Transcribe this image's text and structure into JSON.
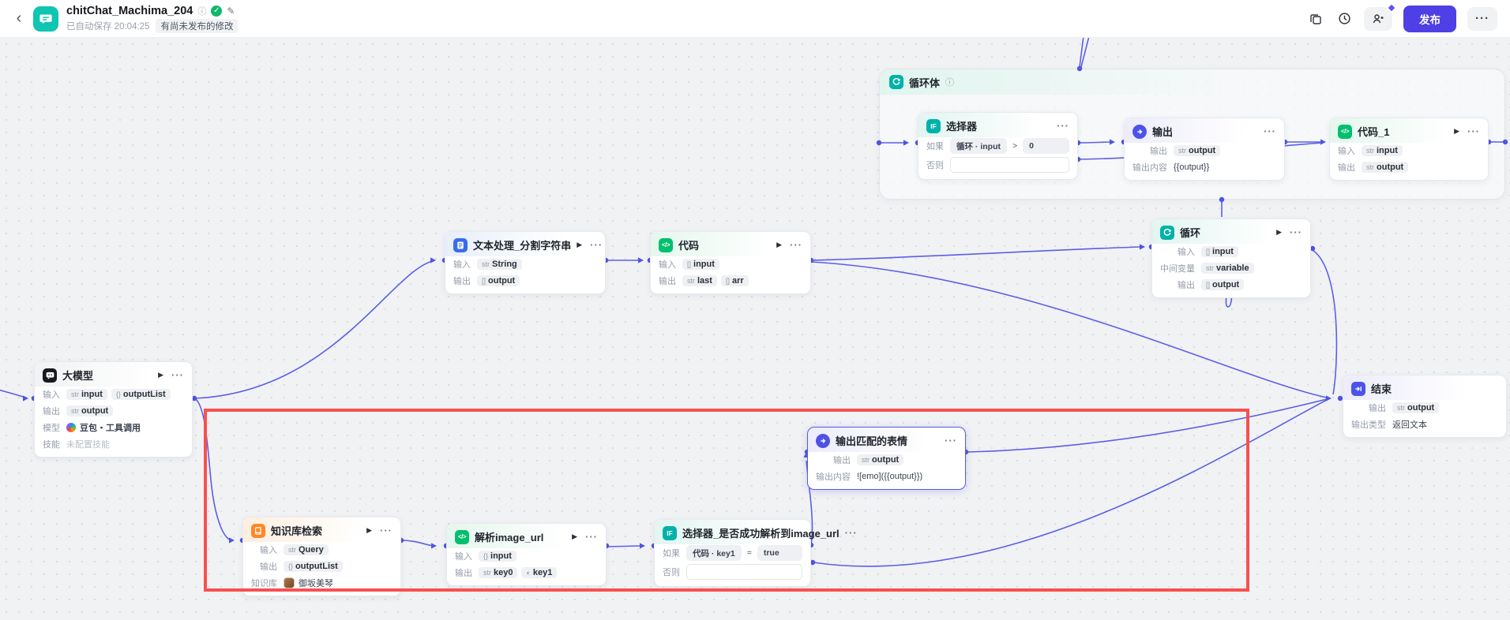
{
  "header": {
    "back": "‹",
    "title": "chitChat_Machima_204",
    "autosave": "已自动保存 20:04:25",
    "unpublished_badge": "有尚未发布的修改",
    "publish_label": "发布",
    "more_label": "···"
  },
  "loop_panel": {
    "title": "循环体"
  },
  "nodes": [
    {
      "id": "llm",
      "title": "大模型",
      "icon": "llm-icon",
      "tint": "gray",
      "controls": [
        "play",
        "more"
      ],
      "rows": [
        {
          "label": "输入",
          "badges": [
            {
              "t": "str",
              "v": "input"
            },
            {
              "t": "{}",
              "v": "outputList"
            }
          ]
        },
        {
          "label": "输出",
          "badges": [
            {
              "t": "str",
              "v": "output"
            }
          ]
        },
        {
          "label": "模型",
          "model": "豆包・工具调用"
        },
        {
          "label": "技能",
          "muted": "未配置技能"
        }
      ]
    },
    {
      "id": "textproc",
      "title": "文本处理_分割字符串",
      "icon": "text-icon",
      "tint": "blue",
      "controls": [
        "play",
        "more"
      ],
      "rows": [
        {
          "label": "输入",
          "badges": [
            {
              "t": "str",
              "v": "String"
            }
          ]
        },
        {
          "label": "输出",
          "badges": [
            {
              "t": "[]",
              "v": "output"
            }
          ]
        }
      ]
    },
    {
      "id": "code",
      "title": "代码",
      "icon": "code-icon",
      "tint": "green",
      "controls": [
        "play",
        "more"
      ],
      "rows": [
        {
          "label": "输入",
          "badges": [
            {
              "t": "[]",
              "v": "input"
            }
          ]
        },
        {
          "label": "输出",
          "badges": [
            {
              "t": "str",
              "v": "last"
            },
            {
              "t": "[]",
              "v": "arr"
            }
          ]
        }
      ]
    },
    {
      "id": "loop",
      "title": "循环",
      "icon": "loop-icon",
      "tint": "mint",
      "controls": [
        "play",
        "more"
      ],
      "rows": [
        {
          "label": "输入",
          "badges": [
            {
              "t": "[]",
              "v": "input"
            }
          ]
        },
        {
          "label": "中间变量",
          "badges": [
            {
              "t": "str",
              "v": "variable"
            }
          ]
        },
        {
          "label": "输出",
          "badges": [
            {
              "t": "[]",
              "v": "output"
            }
          ]
        }
      ]
    },
    {
      "id": "end",
      "title": "结束",
      "icon": "end-icon",
      "tint": "indigo",
      "controls": [],
      "rows": [
        {
          "label": "输出",
          "badges": [
            {
              "t": "str",
              "v": "output"
            }
          ]
        },
        {
          "label": "输出类型",
          "text": "返回文本"
        }
      ]
    },
    {
      "id": "emo",
      "title": "输出匹配的表情",
      "icon": "output-icon",
      "tint": "indigo",
      "selected": true,
      "controls": [
        "more"
      ],
      "rows": [
        {
          "label": "输出",
          "badges": [
            {
              "t": "str",
              "v": "output"
            }
          ]
        },
        {
          "label": "输出内容",
          "text": "![emo]({{output}})"
        }
      ]
    },
    {
      "id": "kb",
      "title": "知识库检索",
      "icon": "kb-icon",
      "tint": "orange",
      "controls": [
        "play",
        "more"
      ],
      "rows": [
        {
          "label": "输入",
          "badges": [
            {
              "t": "str",
              "v": "Query"
            }
          ]
        },
        {
          "label": "输出",
          "badges": [
            {
              "t": "{}",
              "v": "outputList"
            }
          ]
        },
        {
          "label": "知识库",
          "avatar": true,
          "text": "御坂美琴"
        }
      ]
    },
    {
      "id": "parse",
      "title": "解析image_url",
      "icon": "code-icon",
      "tint": "green",
      "controls": [
        "play",
        "more"
      ],
      "rows": [
        {
          "label": "输入",
          "badges": [
            {
              "t": "{}",
              "v": "input"
            }
          ]
        },
        {
          "label": "输出",
          "badges": [
            {
              "t": "str",
              "v": "key0"
            },
            {
              "t": "◐",
              "v": "key1"
            }
          ]
        }
      ]
    },
    {
      "id": "if2",
      "title": "选择器_是否成功解析到image_url",
      "icon": "if-icon",
      "tint": "mint",
      "controls": [
        "more"
      ],
      "rows": [
        {
          "label": "如果",
          "cond": {
            "left": "代码 · key1",
            "op": "=",
            "right": "true"
          }
        },
        {
          "label": "否则",
          "empty": true
        }
      ]
    },
    {
      "id": "if1",
      "title": "选择器",
      "icon": "if-icon",
      "tint": "mint",
      "controls": [
        "more"
      ],
      "rows": [
        {
          "label": "如果",
          "cond": {
            "left": "循环 · input",
            "op": ">",
            "right": "0"
          }
        },
        {
          "label": "否则",
          "empty": true
        }
      ]
    },
    {
      "id": "out1",
      "title": "输出",
      "icon": "output-icon",
      "tint": "indigo",
      "controls": [
        "more"
      ],
      "rows": [
        {
          "label": "输出",
          "badges": [
            {
              "t": "str",
              "v": "output"
            }
          ]
        },
        {
          "label": "输出内容",
          "text": "{{output}}"
        }
      ]
    },
    {
      "id": "code1",
      "title": "代码_1",
      "icon": "code-icon",
      "tint": "green",
      "controls": [
        "play",
        "more"
      ],
      "rows": [
        {
          "label": "输入",
          "badges": [
            {
              "t": "str",
              "v": "input"
            }
          ]
        },
        {
          "label": "输出",
          "badges": [
            {
              "t": "str",
              "v": "output"
            }
          ]
        }
      ]
    }
  ]
}
